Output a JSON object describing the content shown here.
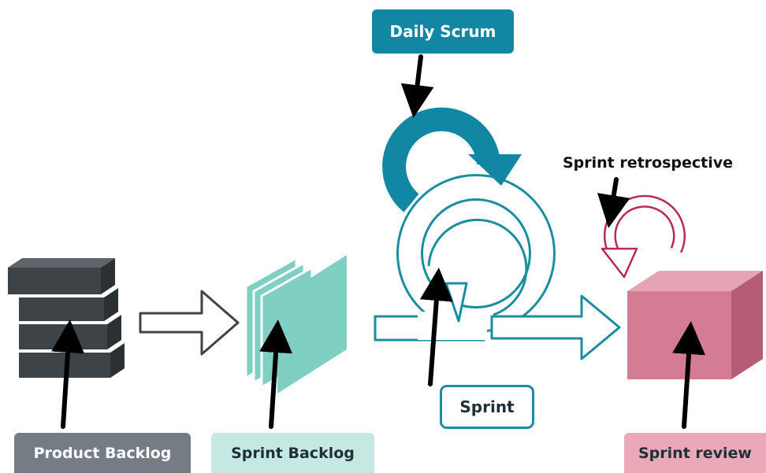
{
  "labels": {
    "daily_scrum": "Daily Scrum",
    "sprint_retrospective": "Sprint retrospective",
    "sprint": "Sprint",
    "product_backlog": "Product Backlog",
    "sprint_backlog": "Sprint Backlog",
    "sprint_review": "Sprint review"
  },
  "colors": {
    "product_backlog": "#3d4347",
    "product_backlog_label_bg": "#747d83",
    "sprint_backlog": "#7fcfc3",
    "sprint_backlog_label_bg": "#c5e8e3",
    "sprint_cycle": "#1a8ea0",
    "daily_scrum": "#1187a3",
    "retrospective": "#b8285a",
    "sprint_review_box": "#d47c93",
    "sprint_review_label_bg": "#e9a9b9",
    "flow_arrow_outline": "#3d4347",
    "pointer_arrows": "#000000"
  },
  "icons": [
    "product-backlog-stack-icon",
    "sprint-backlog-pages-icon",
    "sprint-cycle-icon",
    "daily-scrum-cycle-icon",
    "retrospective-cycle-icon",
    "sprint-review-cube-icon"
  ]
}
